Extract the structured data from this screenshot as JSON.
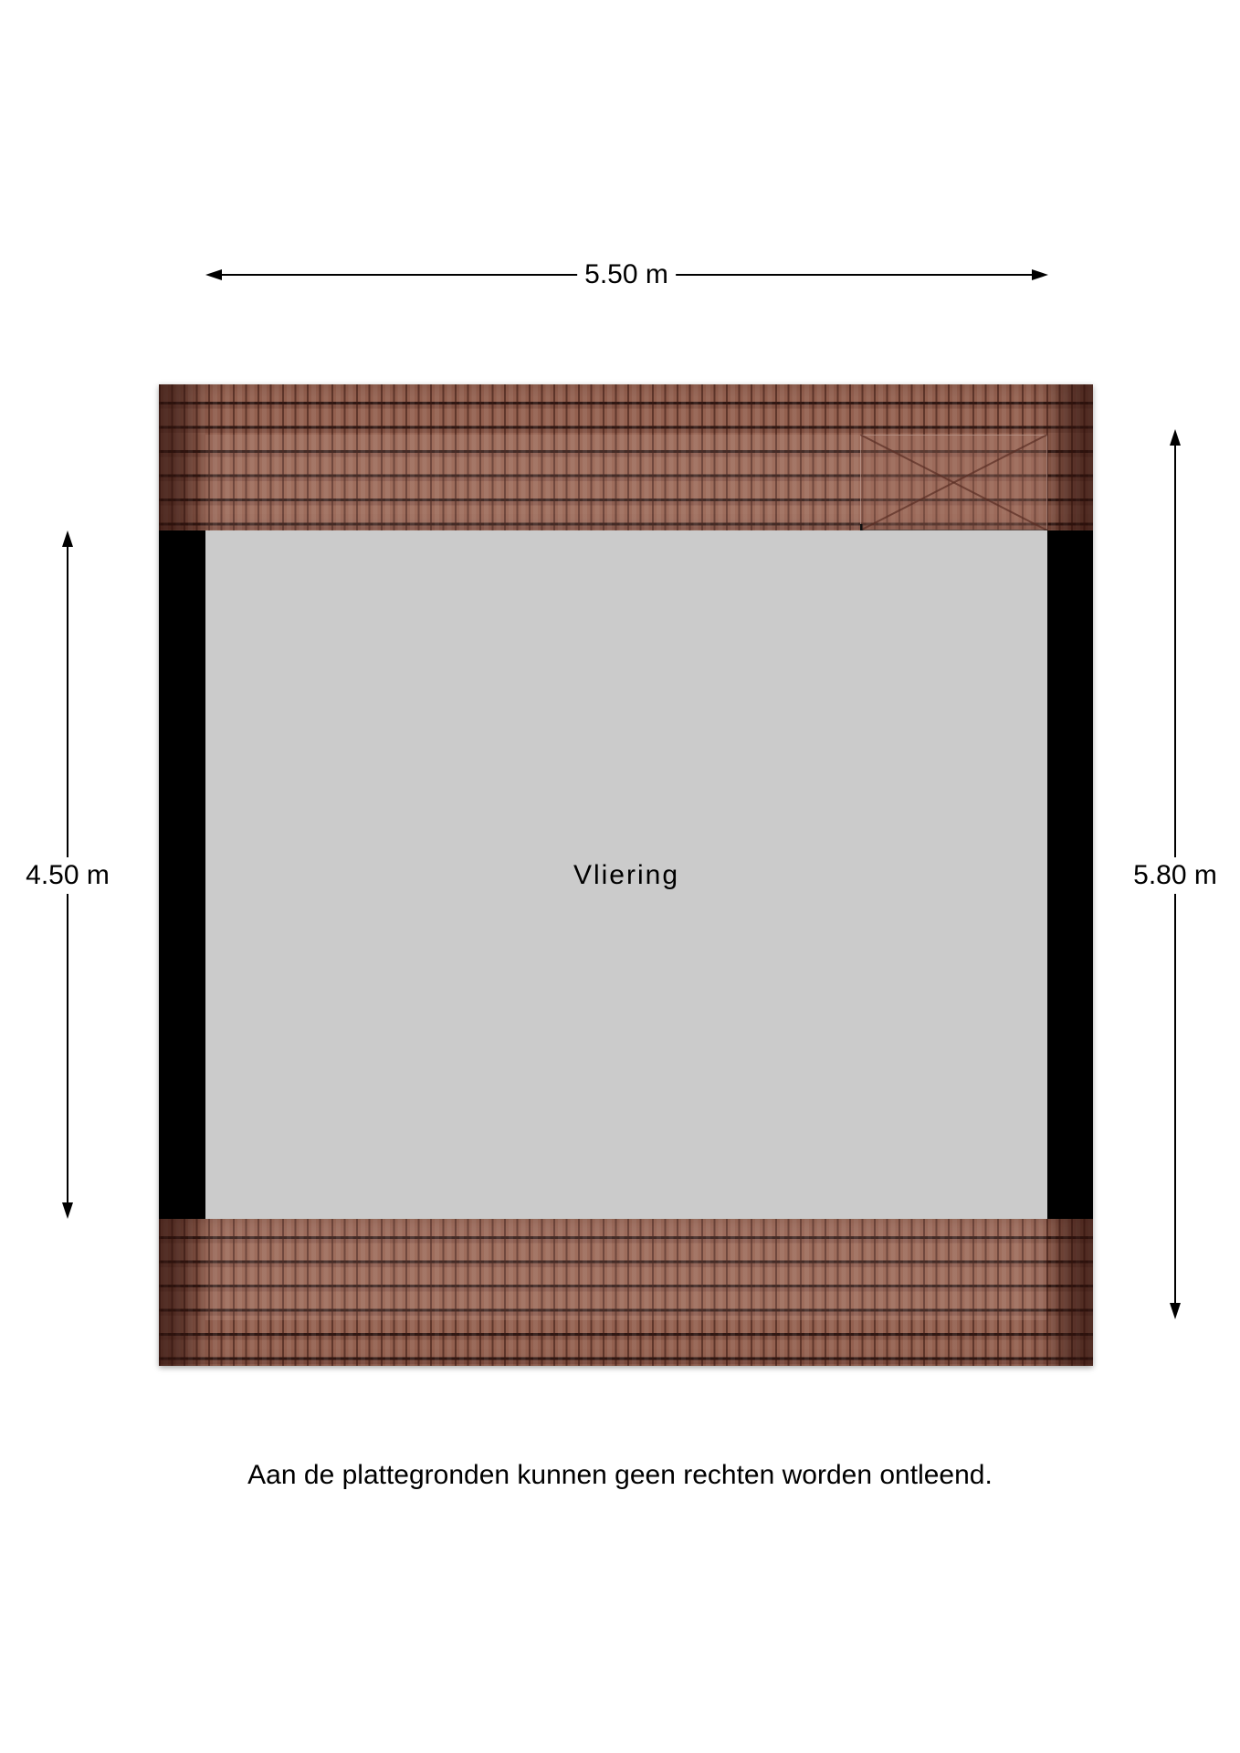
{
  "dimensions": {
    "width_label": "5.50 m",
    "left_height_label": "4.50 m",
    "right_height_label": "5.80 m"
  },
  "room": {
    "name": "Vliering"
  },
  "footer": {
    "disclaimer": "Aan de plattegronden kunnen geen rechten worden ontleend."
  },
  "colors": {
    "floor": "#cbcbcb",
    "wall": "#000000",
    "roof_tile": "#93604f",
    "background": "#ffffff"
  }
}
